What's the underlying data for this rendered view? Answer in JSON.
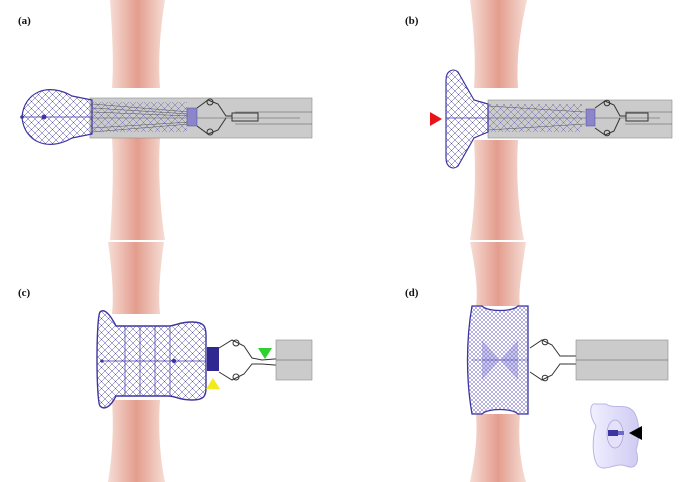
{
  "panels": [
    {
      "label": "(a)"
    },
    {
      "label": "(b)"
    },
    {
      "label": "(c)"
    },
    {
      "label": "(d)"
    }
  ],
  "colors": {
    "tissue": "#e7a99b",
    "tissue_light": "#f6ddd5",
    "mesh": "#3d35a0",
    "mesh_fill": "#e6e3f6",
    "mesh_dense": "#7d77d2",
    "catheter": "#c8c8c8",
    "catheter_edge": "#8a8a8a",
    "device_lines": "#333333",
    "arrow_red": "#e8141a",
    "arrow_green": "#2fd12f",
    "arrow_yellow": "#f2ea1a",
    "arrow_black": "#000000"
  },
  "markers": [
    {
      "panel": "b",
      "color_key": "arrow_red",
      "icon": "triangle-right"
    },
    {
      "panel": "c",
      "color_key": "arrow_green",
      "icon": "triangle-down"
    },
    {
      "panel": "c",
      "color_key": "arrow_yellow",
      "icon": "triangle-up"
    },
    {
      "panel": "d",
      "color_key": "arrow_black",
      "icon": "triangle-left"
    }
  ]
}
